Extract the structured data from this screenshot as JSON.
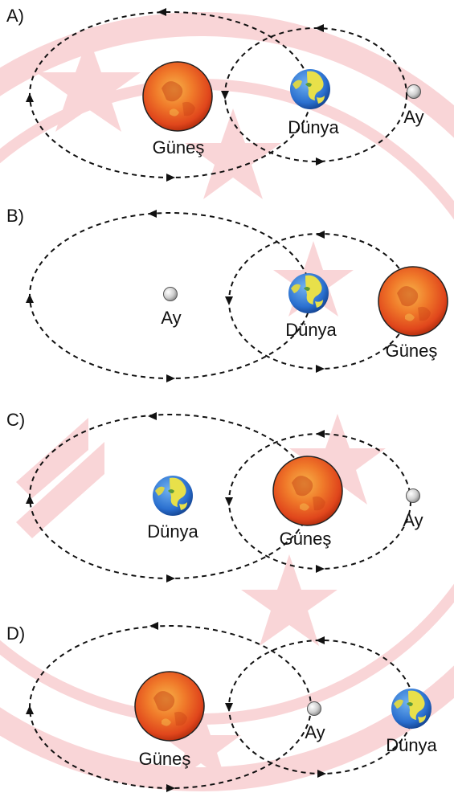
{
  "watermark": {
    "color": "#f5b4b8"
  },
  "options": [
    {
      "letter": "A)",
      "sun": "Güneş",
      "earth": "Dünya",
      "moon": "Ay"
    },
    {
      "letter": "B)",
      "sun": "Güneş",
      "earth": "Dünya",
      "moon": "Ay"
    },
    {
      "letter": "C)",
      "sun": "Güneş",
      "earth": "Dünya",
      "moon": "Ay"
    },
    {
      "letter": "D)",
      "sun": "Güneş",
      "earth": "Dünya",
      "moon": "Ay"
    }
  ],
  "colors": {
    "sun": "#e8461c",
    "sun_core": "#f7a63a",
    "earth_ocean": "#2a6fcf",
    "earth_land": "#e8e04a",
    "moon": "#d9d9d9",
    "orbit": "#111111"
  }
}
